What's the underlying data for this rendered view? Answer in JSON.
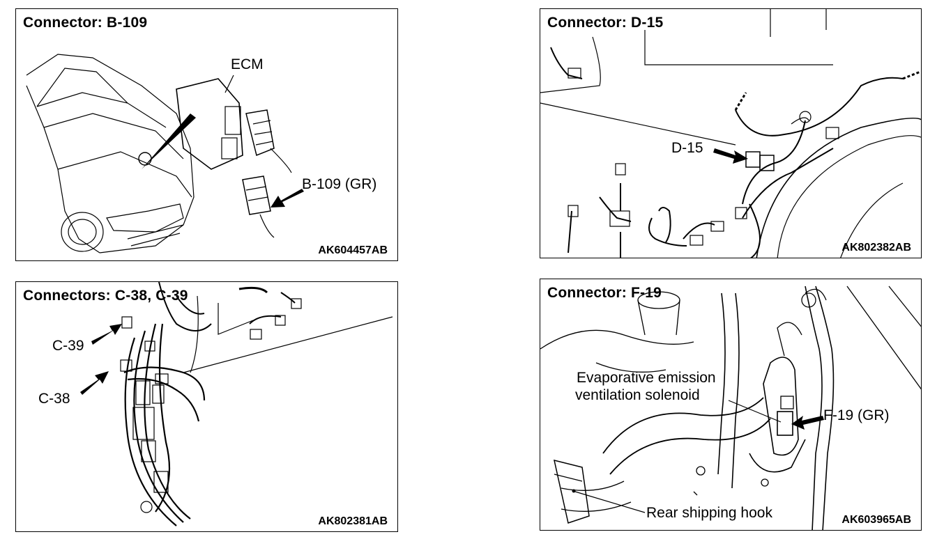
{
  "panels": [
    {
      "title": "Connector: B-109",
      "code": "AK604457AB",
      "labels": {
        "ecm": "ECM",
        "connector": "B-109 (GR)"
      }
    },
    {
      "title": "Connector: D-15",
      "code": "AK802382AB",
      "labels": {
        "connector": "D-15"
      }
    },
    {
      "title": "Connectors: C-38, C-39",
      "code": "AK802381AB",
      "labels": {
        "c39": "C-39",
        "c38": "C-38"
      }
    },
    {
      "title": "Connector: F-19",
      "code": "AK603965AB",
      "labels": {
        "solenoid_line1": "Evaporative emission",
        "solenoid_line2": "ventilation solenoid",
        "connector": "F-19 (GR)",
        "hook": "Rear shipping hook"
      }
    }
  ]
}
